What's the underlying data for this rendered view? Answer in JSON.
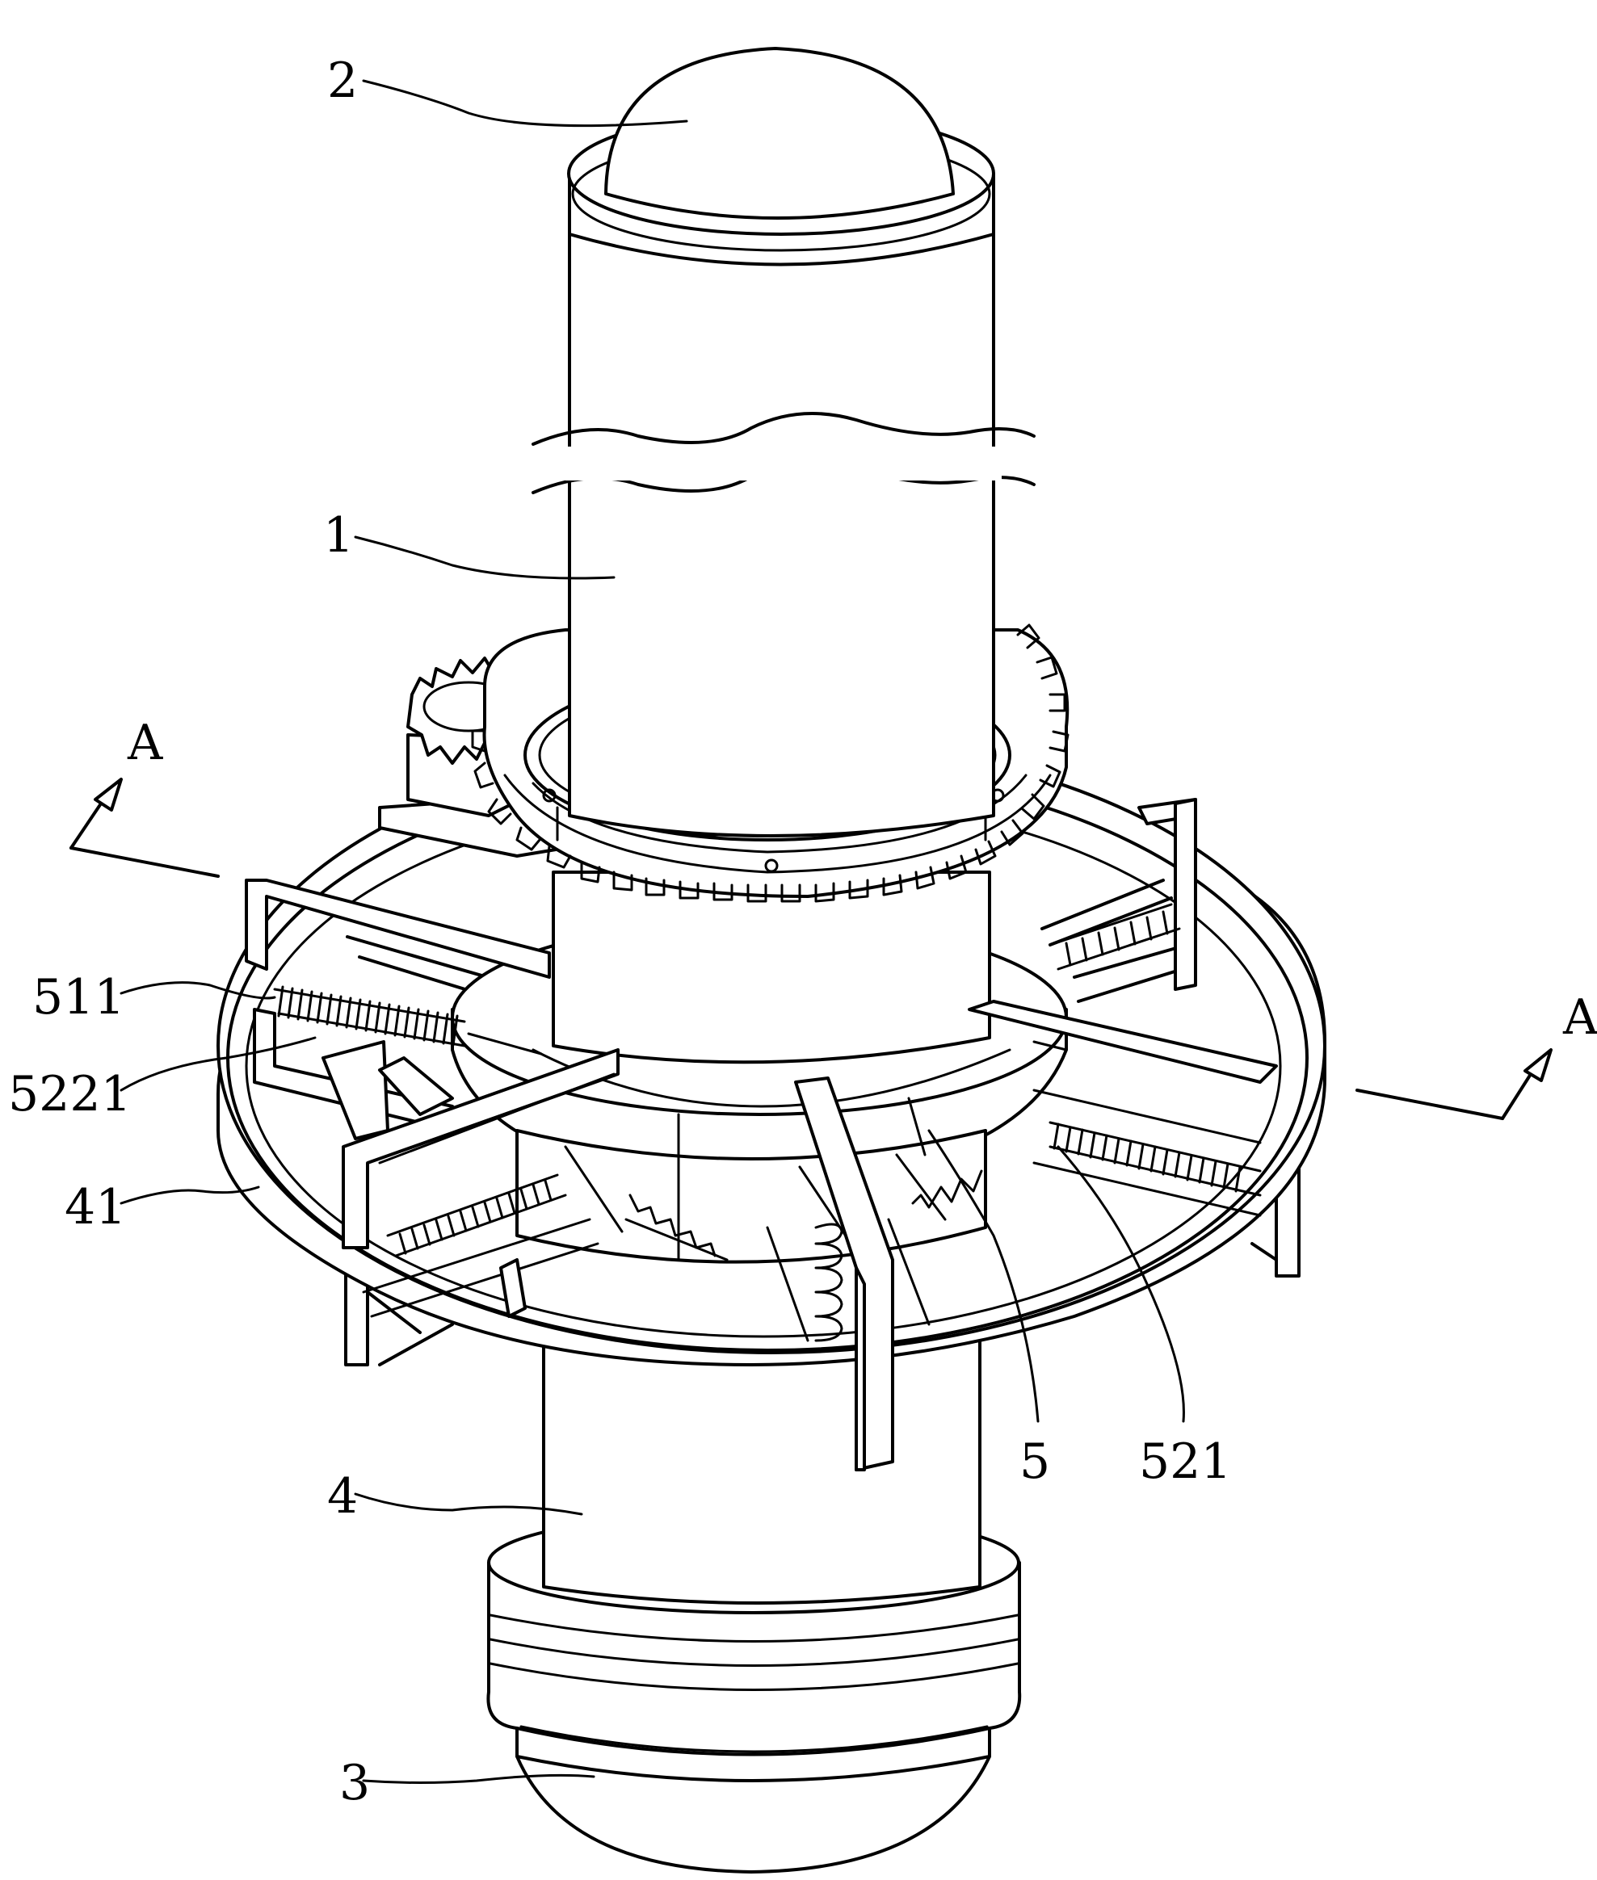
{
  "labels": {
    "part_2": "2",
    "part_1": "1",
    "part_4": "4",
    "part_3": "3",
    "part_5": "5",
    "part_41": "41",
    "part_511": "511",
    "part_5221": "5221",
    "part_521": "521",
    "section_left": "A",
    "section_right": "A"
  }
}
